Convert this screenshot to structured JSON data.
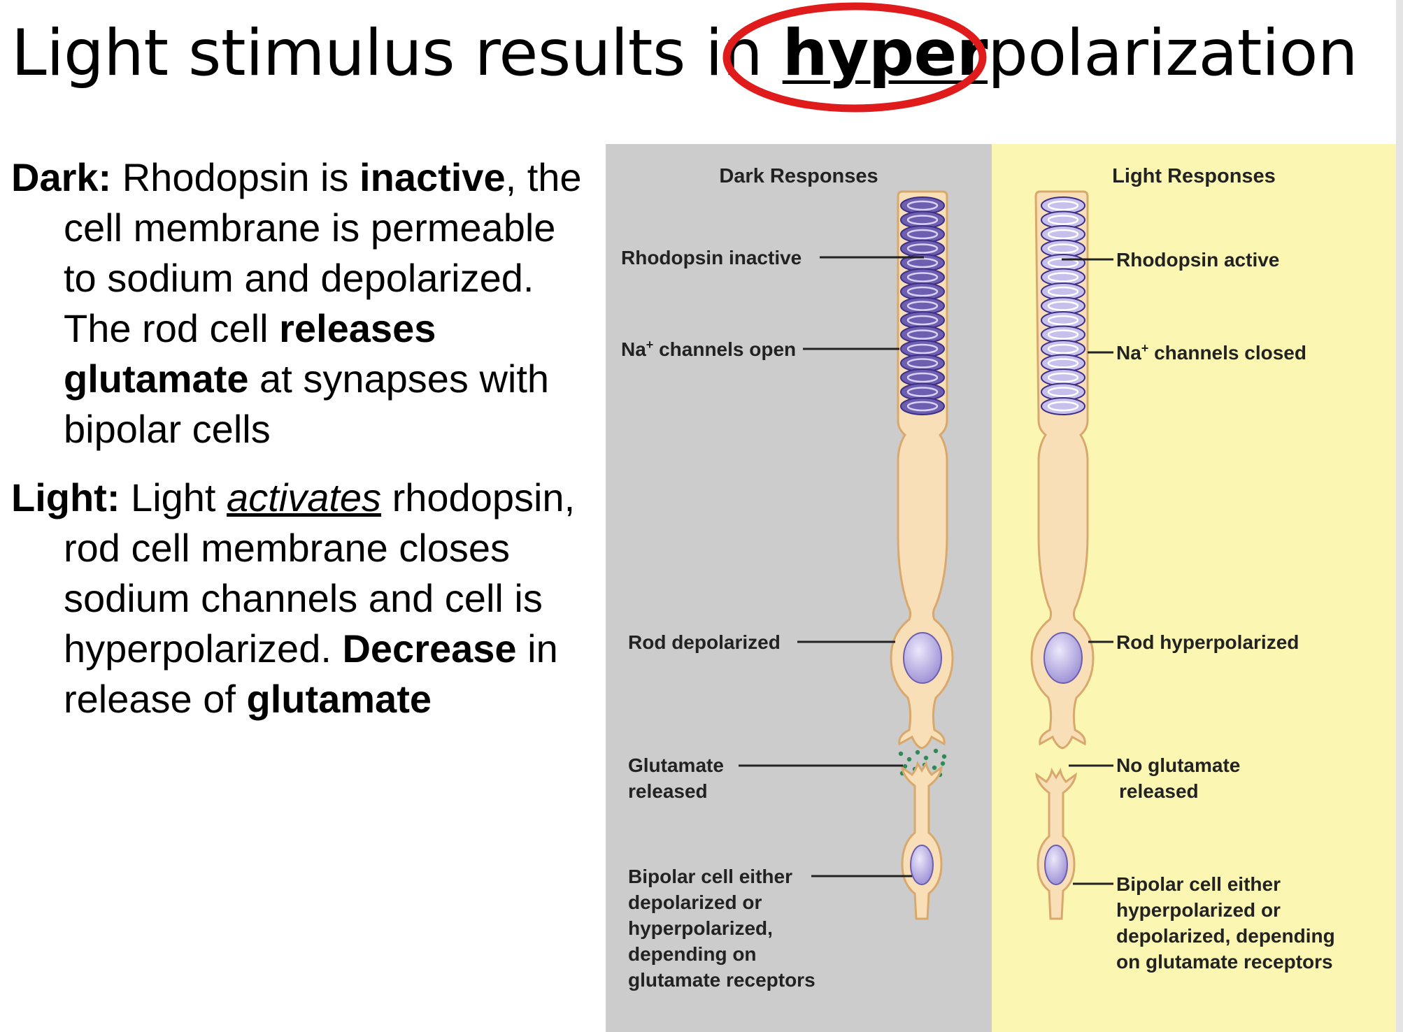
{
  "title": {
    "before": "Light stimulus results i",
    "circled_n": "n",
    "space": " ",
    "emphasis": "hyper",
    "after": "polarization"
  },
  "dark_paragraph": {
    "lead": "Dark:",
    "t1": " Rhodopsin is ",
    "b1": "inactive",
    "t2": ", the cell membrane is permeable to sodium and depolarized. The rod cell ",
    "b2": "releases glutamate",
    "t3": " at synapses with bipolar cells"
  },
  "light_paragraph": {
    "lead": "Light:",
    "t1": " Light ",
    "act": "activates",
    "t2": " rhodopsin, rod cell membrane closes sodium channels and cell is hyperpolarized. ",
    "b1": "Decrease",
    "t3": " in release of ",
    "b2": "glutamate"
  },
  "figure": {
    "dark_header": "Dark Responses",
    "light_header": "Light Responses",
    "dark_labels": {
      "rhodopsin": "Rhodopsin inactive",
      "na_pre": "Na",
      "na_sup": "+",
      "na_post": " channels open",
      "rod": "Rod depolarized",
      "glut_1": "Glutamate",
      "glut_2": "released",
      "bip_1": "Bipolar cell either",
      "bip_2": "depolarized or",
      "bip_3": "hyperpolarized,",
      "bip_4": "depending on",
      "bip_5": "glutamate receptors"
    },
    "light_labels": {
      "rhodopsin": "Rhodopsin active",
      "na_pre": "Na",
      "na_sup": "+",
      "na_post": " channels closed",
      "rod": "Rod hyperpolarized",
      "glut_1": "No glutamate",
      "glut_2": "released",
      "bip_1": "Bipolar cell either",
      "bip_2": "hyperpolarized or",
      "bip_3": "depolarized, depending",
      "bip_4": "on glutamate receptors"
    },
    "colors": {
      "dark_panel": "#cccccc",
      "light_panel": "#fbf7b2",
      "cell_body": "#f8dfb8",
      "cell_outline": "#d9a86c",
      "disc_dark": "#6e5eb0",
      "disc_light": "#c8c0ec",
      "nucleus": "#a79bd8",
      "glutamate_dot": "#2e8b57",
      "highlight_circle": "#e01b1b"
    }
  }
}
